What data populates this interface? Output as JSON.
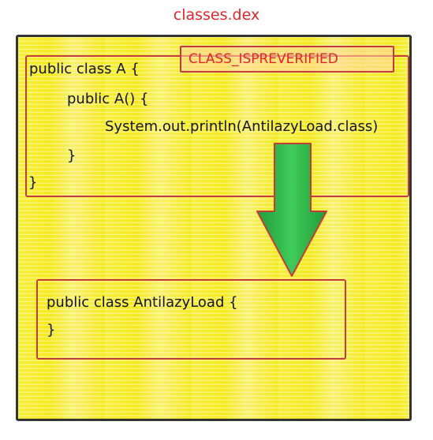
{
  "title": "classes.dex",
  "badge": "CLASS_ISPREVERIFIED",
  "class_a": {
    "line1": "public class A {",
    "line2": "public A() {",
    "line3": "System.out.println(AntilazyLoad.class)",
    "line4": "}",
    "line5": "}"
  },
  "antilazy": {
    "line1": "public class AntilazyLoad {",
    "line2": "}"
  },
  "colors": {
    "background": "#f5ea1e",
    "title_red": "#e8242b",
    "box_border": "#c53a3a",
    "arrow_green": "#2db84a"
  }
}
